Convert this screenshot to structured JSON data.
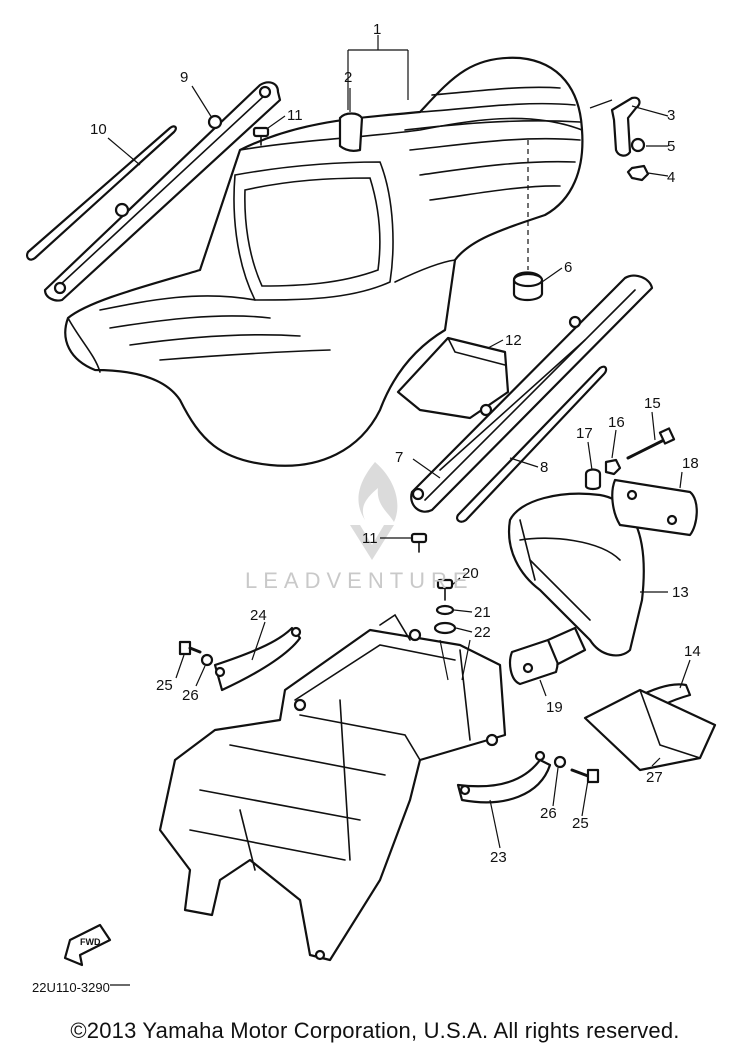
{
  "diagram": {
    "drawing_code": "22U110-3290",
    "copyright": "©2013 Yamaha Motor Corporation, U.S.A. All rights reserved.",
    "watermark": "LEADVENTURE",
    "fwd_label": "FWD",
    "callouts": {
      "c1": "1",
      "c2": "2",
      "c3": "3",
      "c4": "4",
      "c5": "5",
      "c6": "6",
      "c7": "7",
      "c8": "8",
      "c9": "9",
      "c10": "10",
      "c11a": "11",
      "c11b": "11",
      "c12": "12",
      "c13": "13",
      "c14": "14",
      "c15": "15",
      "c16": "16",
      "c17": "17",
      "c18": "18",
      "c19": "19",
      "c20": "20",
      "c21": "21",
      "c22": "22",
      "c23": "23",
      "c24": "24",
      "c25a": "25",
      "c25b": "25",
      "c26a": "26",
      "c26b": "26",
      "c27": "27"
    }
  }
}
